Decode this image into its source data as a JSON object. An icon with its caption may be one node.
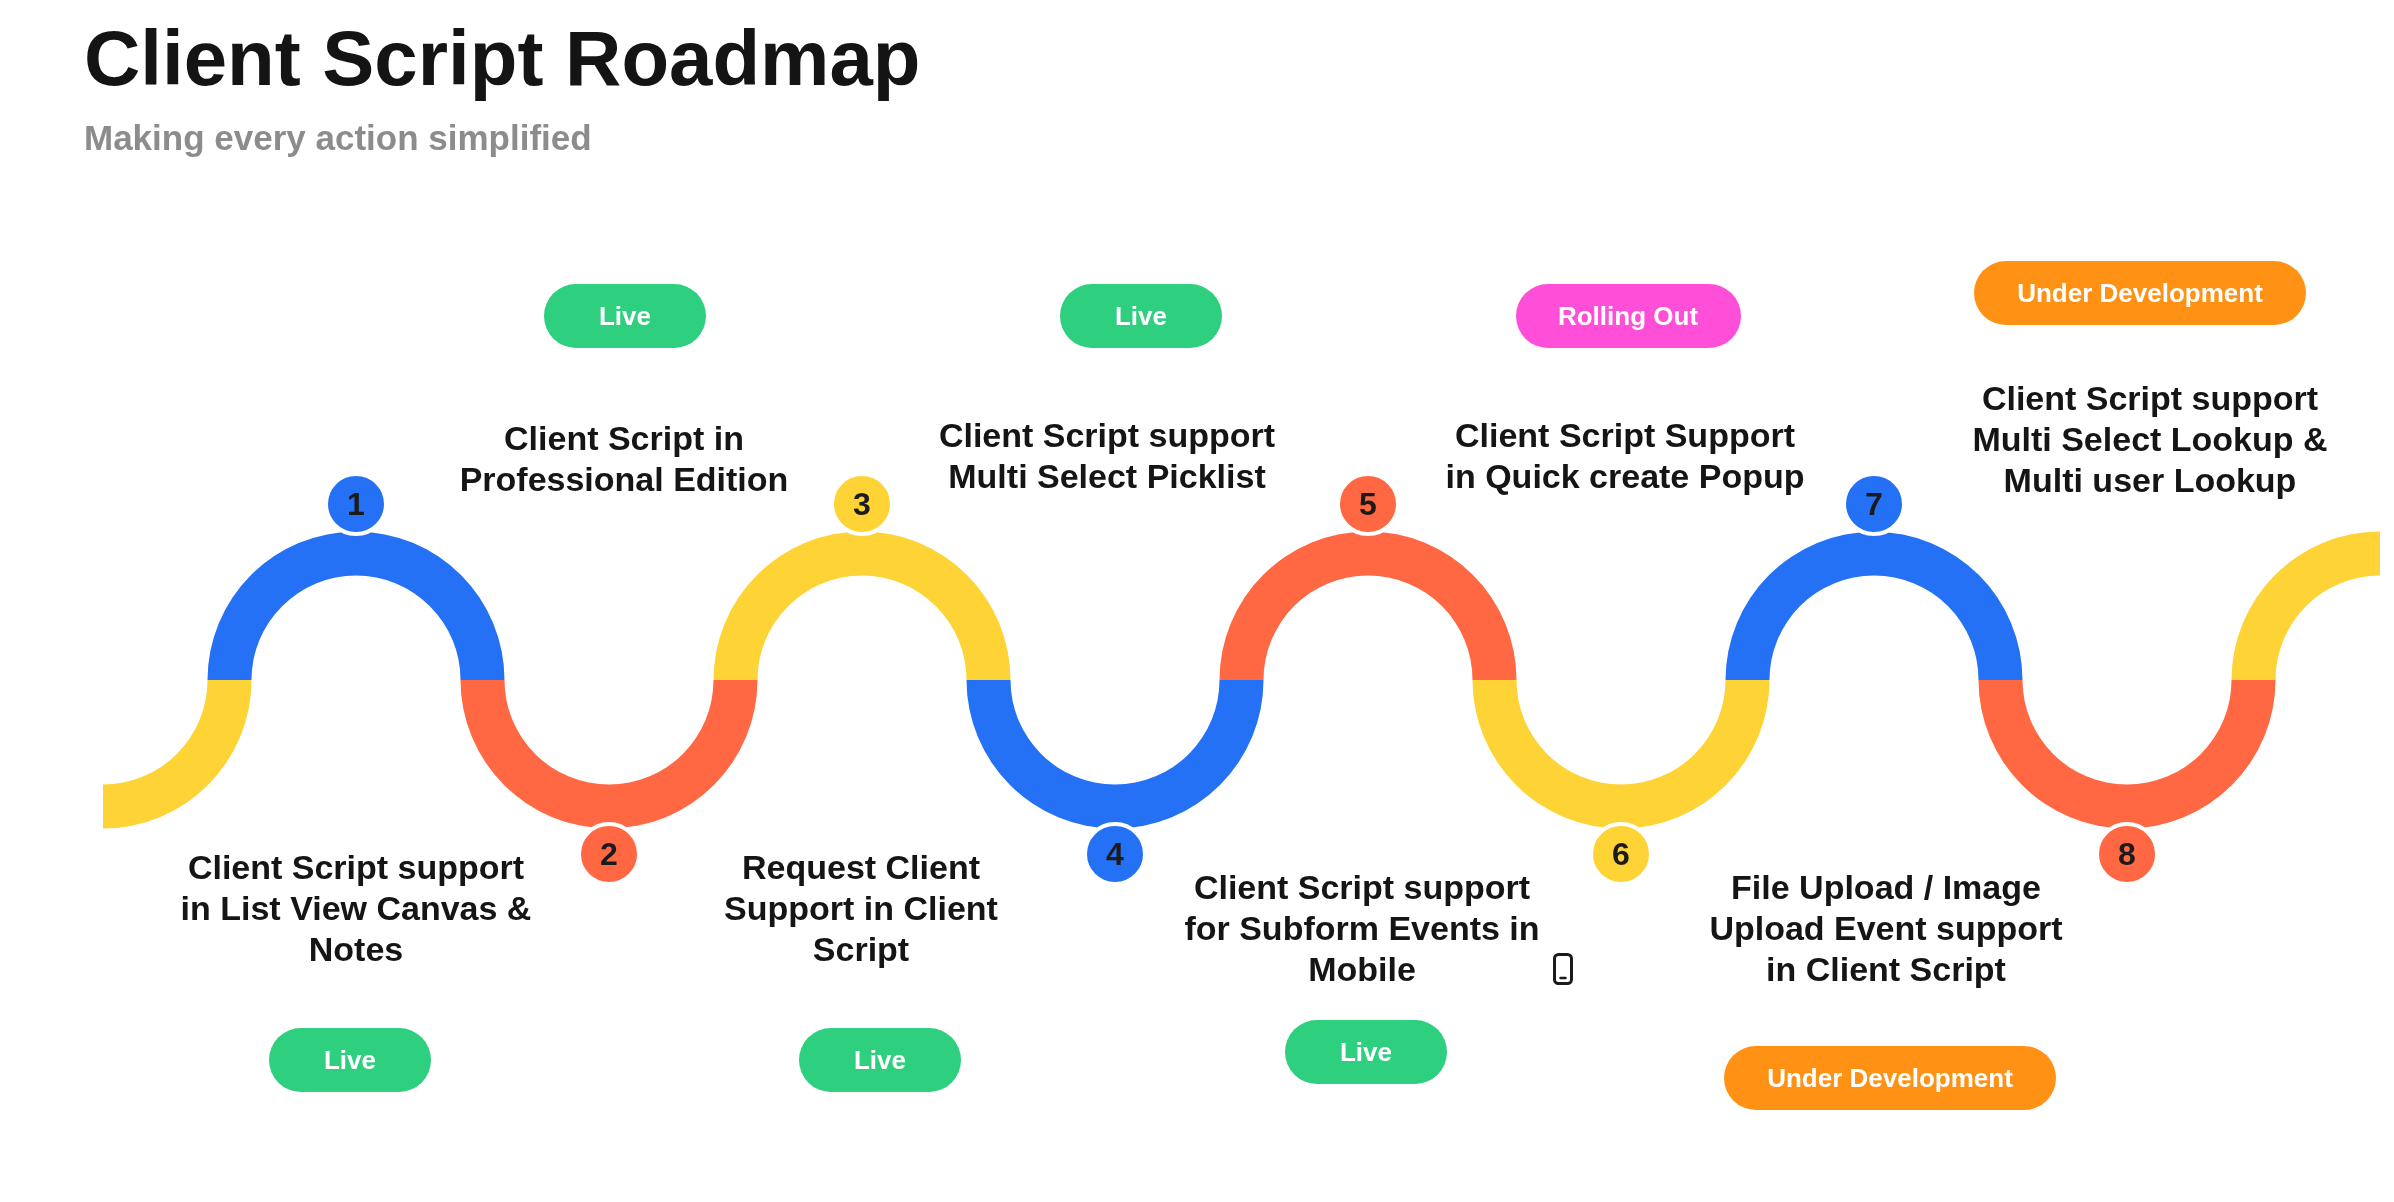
{
  "diagram": {
    "title": "Client Script Roadmap",
    "nodes": [
      {
        "text": [
          "Live"
        ]
      },
      {
        "text": [
          "Live"
        ]
      },
      {
        "text": [
          "Rolling Out"
        ]
      },
      {
        "text": [
          "Under Development"
        ]
      },
      {
        "text": [
          "1"
        ]
      },
      {
        "text": [
          "2"
        ]
      },
      {
        "text": [
          "3"
        ]
      },
      {
        "text": [
          "4"
        ]
      },
      {
        "text": [
          "5"
        ]
      },
      {
        "text": [
          "6"
        ]
      },
      {
        "text": [
          "7"
        ]
      },
      {
        "text": [
          "8"
        ]
      },
      {
        "text": [
          "Live"
        ]
      },
      {
        "text": [
          "Live"
        ]
      },
      {
        "text": [
          "Live"
        ]
      },
      {
        "text": [
          "Under Development"
        ]
      }
    ],
    "labels": [
      "Making every action simplified",
      "Client Script in Professional Edition",
      "Client Script support Multi Select Picklist",
      "Client Script Support in Quick create Popup",
      "Client Script support Multi Select Lookup & Multi user Lookup",
      "Client Script support in List View Canvas & Notes",
      "Request Client Support in Client Script",
      "Client Script support for Subform Events in Mobile",
      "File Upload / Image Upload Event support in Client Script"
    ]
  }
}
